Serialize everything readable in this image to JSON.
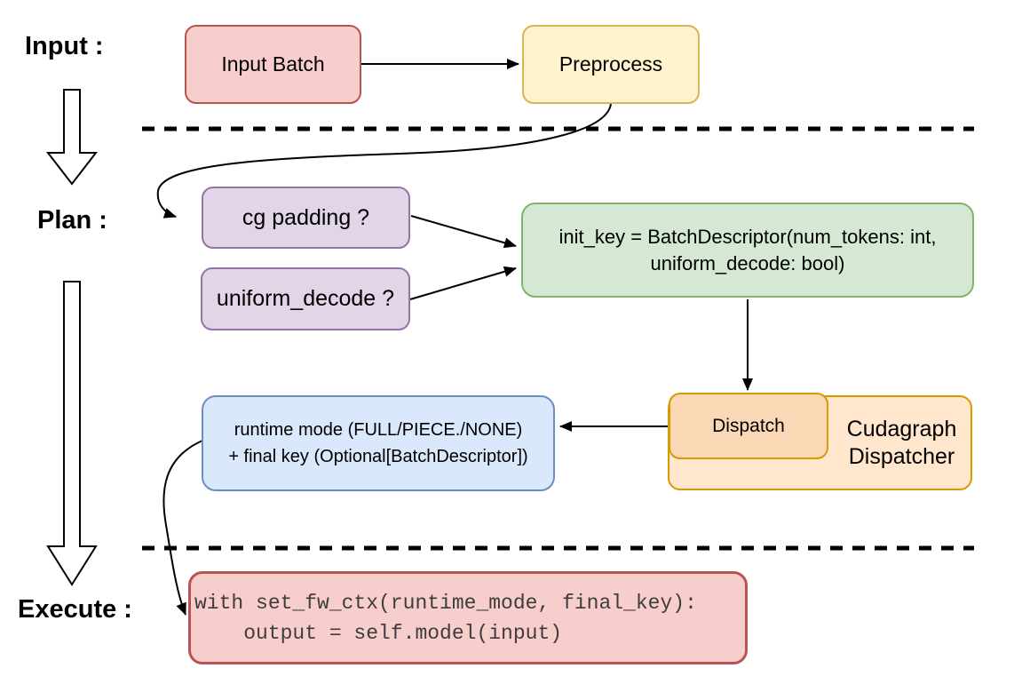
{
  "sections": {
    "input": "Input :",
    "plan": "Plan :",
    "execute": "Execute :"
  },
  "nodes": {
    "input_batch": {
      "label": "Input Batch"
    },
    "preprocess": {
      "label": "Preprocess"
    },
    "cg_padding": {
      "label": "cg padding ?"
    },
    "uniform_decode": {
      "label": "uniform_decode ?"
    },
    "init_key": {
      "line1": "init_key = BatchDescriptor(num_tokens: int,",
      "line2": "uniform_decode: bool)"
    },
    "cudagraph_dispatcher": {
      "label": "Cudagraph Dispatcher"
    },
    "dispatch": {
      "label": "Dispatch"
    },
    "runtime_mode": {
      "line1": "runtime mode (FULL/PIECE./NONE)",
      "line2": "+ final key (Optional[BatchDescriptor])"
    },
    "execute_code": {
      "line1": "with set_fw_ctx(runtime_mode, final_key):",
      "line2": "    output = self.model(input)"
    }
  },
  "colors": {
    "red_fill": "#f8cecc",
    "red_stroke": "#b85450",
    "yellow_fill": "#fff2cc",
    "yellow_stroke": "#d6b656",
    "purple_fill": "#e1d5e7",
    "purple_stroke": "#9673a6",
    "green_fill": "#d5e8d4",
    "green_stroke": "#82b366",
    "blue_fill": "#dae8fc",
    "blue_stroke": "#6c8ebf",
    "orange_fill": "#ffe6cc",
    "orange_inner_fill": "#fad7b5",
    "orange_stroke": "#d79b00",
    "connector": "#000000"
  }
}
